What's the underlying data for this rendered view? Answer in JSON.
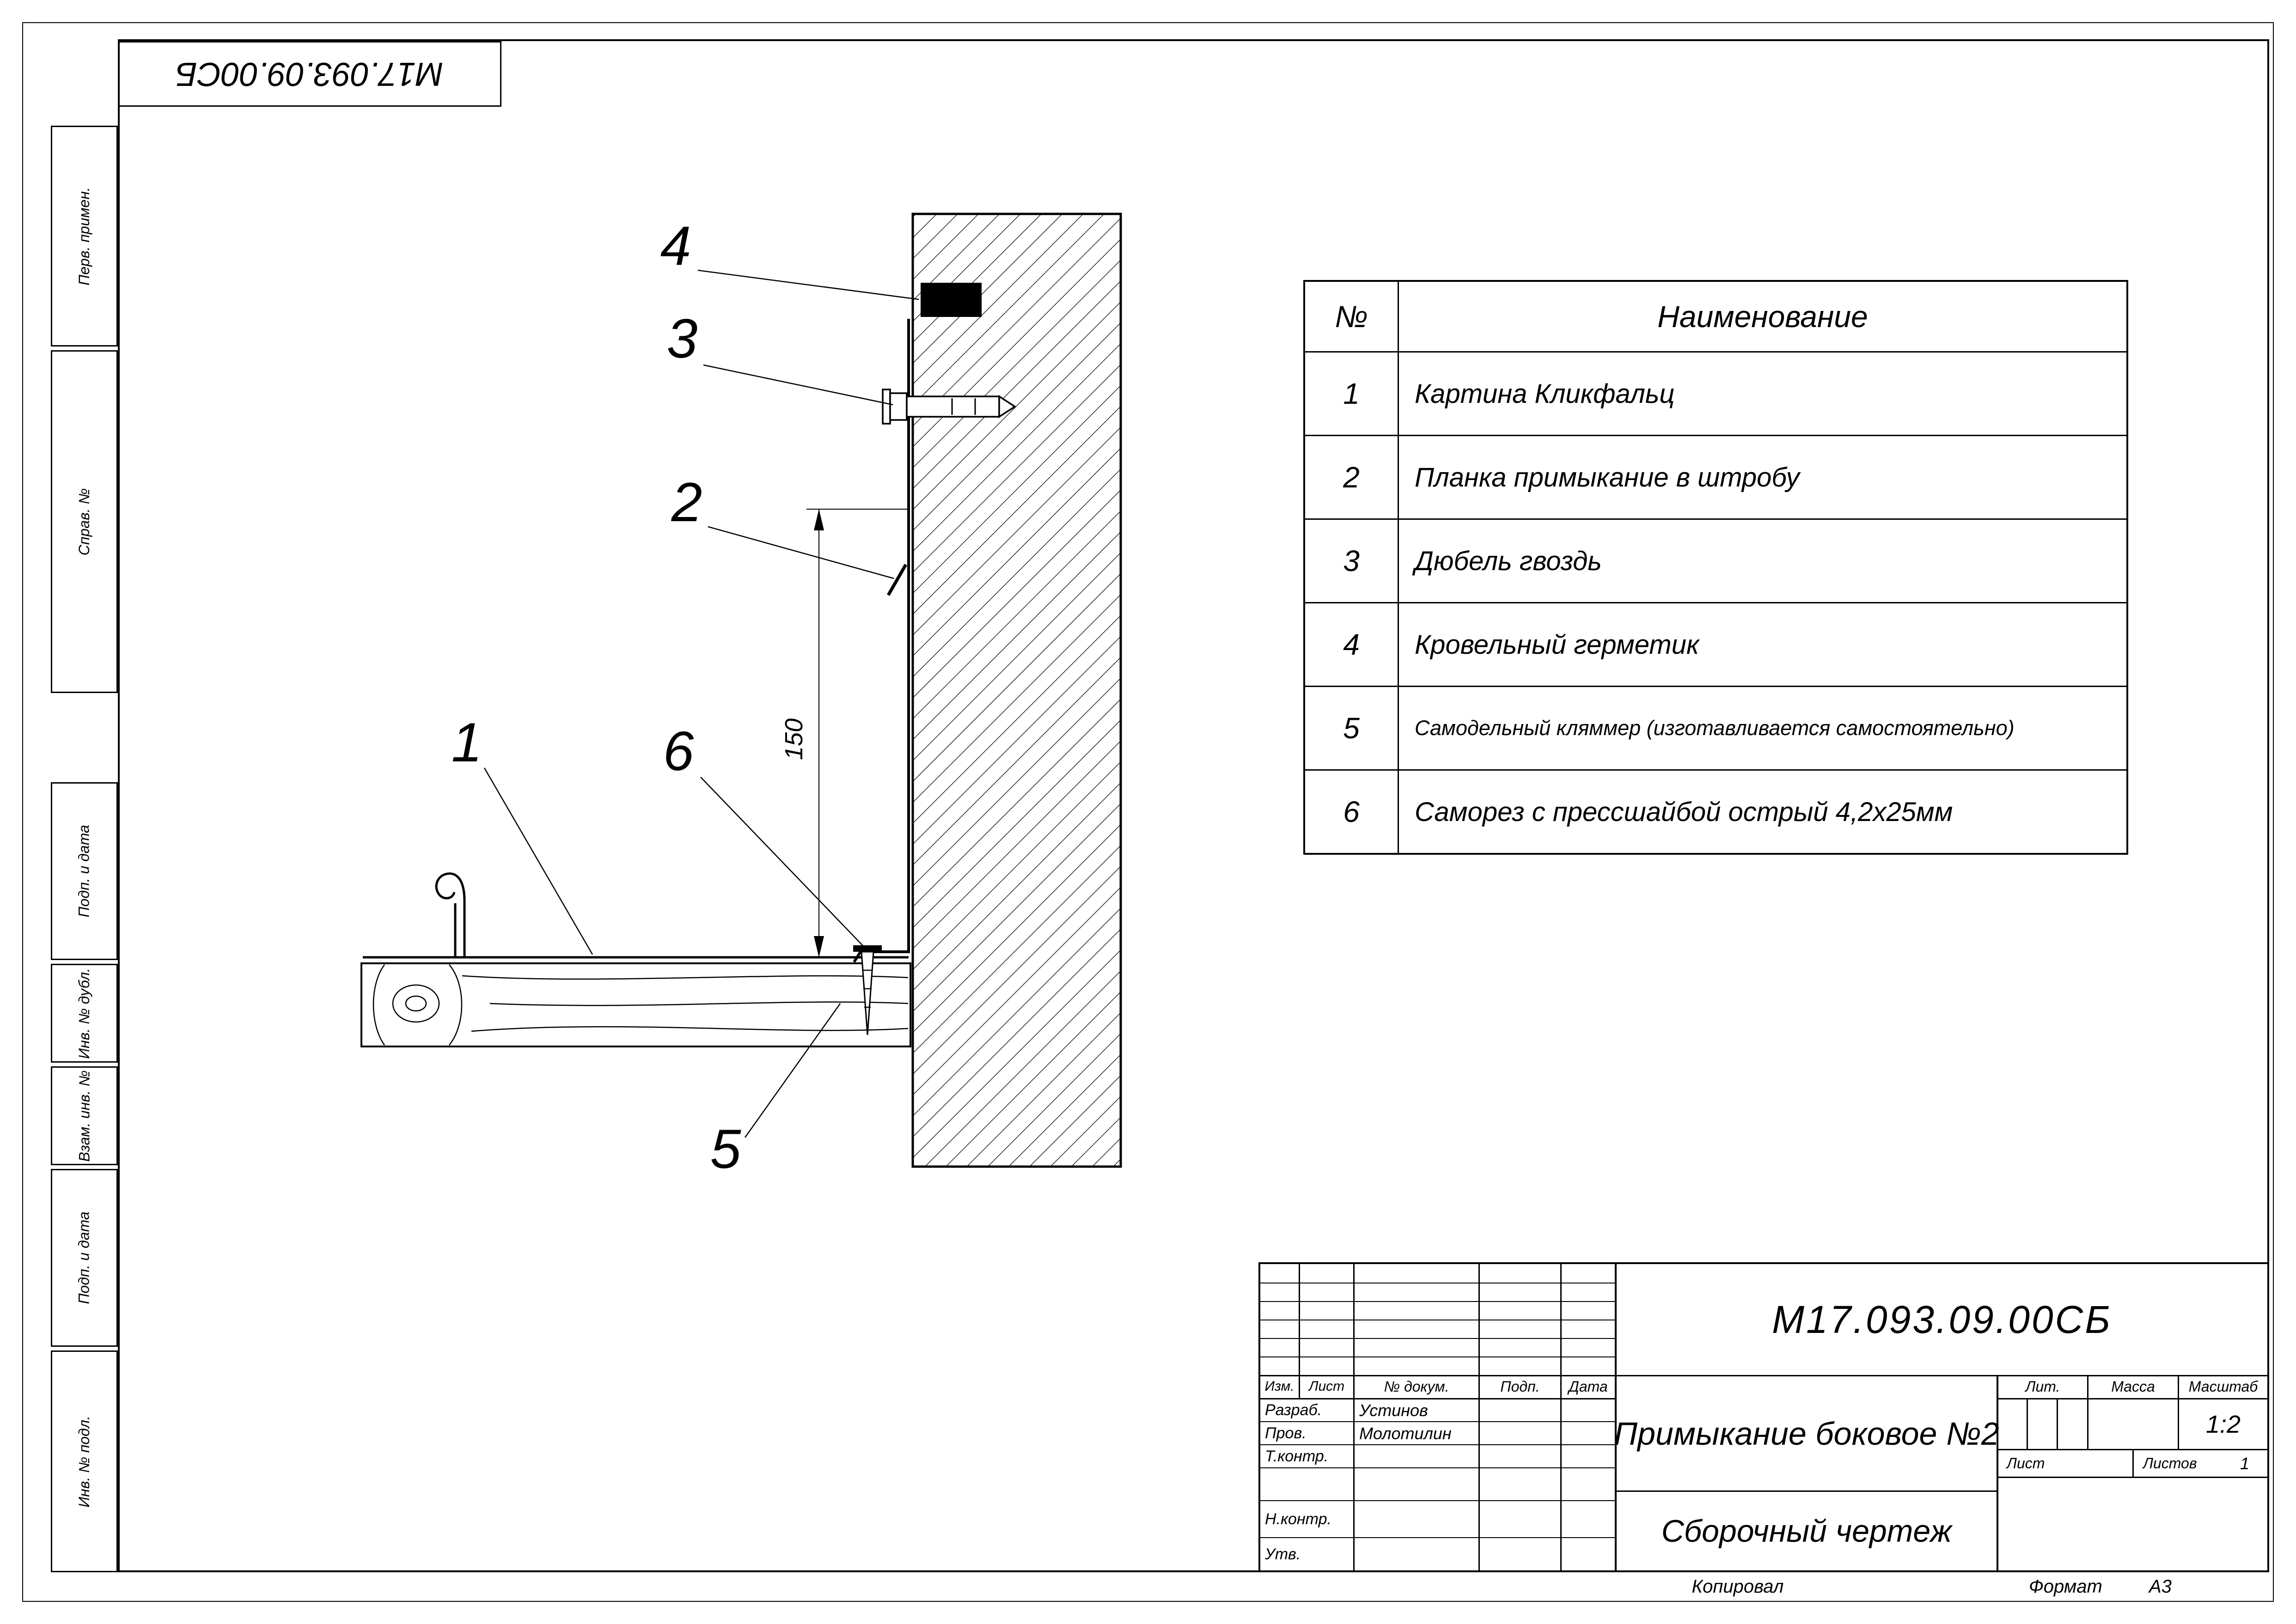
{
  "doc": {
    "number": "М17.093.09.00СБ",
    "title": "Примыкание боковое №2",
    "doc_type": "Сборочный чертеж",
    "scale": "1:2",
    "sheets_total": "1",
    "format": "А3"
  },
  "top_stamp": {
    "number": "М17.093.09.00СБ"
  },
  "margin_labels": [
    "Перв. примен.",
    "Справ. №",
    "Подп. и дата",
    "Инв. № дубл.",
    "Взам. инв. №",
    "Подп. и дата",
    "Инв. № подл."
  ],
  "parts_table": {
    "headers": [
      "№",
      "Наименование"
    ],
    "rows": [
      {
        "num": "1",
        "name": "Картина Кликфальц"
      },
      {
        "num": "2",
        "name": "Планка примыкание в штробу"
      },
      {
        "num": "3",
        "name": "Дюбель гвоздь"
      },
      {
        "num": "4",
        "name": "Кровельный герметик"
      },
      {
        "num": "5",
        "name": "Самодельный кляммер (изготавливается самостоятельно)"
      },
      {
        "num": "6",
        "name": "Саморез с прессшайбой острый 4,2х25мм"
      }
    ]
  },
  "drawing": {
    "dimension_150": "150",
    "callouts": [
      "1",
      "2",
      "3",
      "4",
      "5",
      "6"
    ]
  },
  "title_block": {
    "rev_headers": [
      "Изм.",
      "Лист",
      "№ докум.",
      "Подп.",
      "Дата"
    ],
    "roles": [
      {
        "label": "Разраб.",
        "name": "Устинов"
      },
      {
        "label": "Пров.",
        "name": "Молотилин"
      },
      {
        "label": "Т.контр.",
        "name": ""
      },
      {
        "label": "Н.контр.",
        "name": ""
      },
      {
        "label": "Утв.",
        "name": ""
      }
    ],
    "lit_label": "Лит.",
    "mass_label": "Масса",
    "scale_label": "Масштаб",
    "sheet_label": "Лист",
    "sheets_label": "Листов",
    "copied_label": "Копировал",
    "format_label": "Формат"
  }
}
